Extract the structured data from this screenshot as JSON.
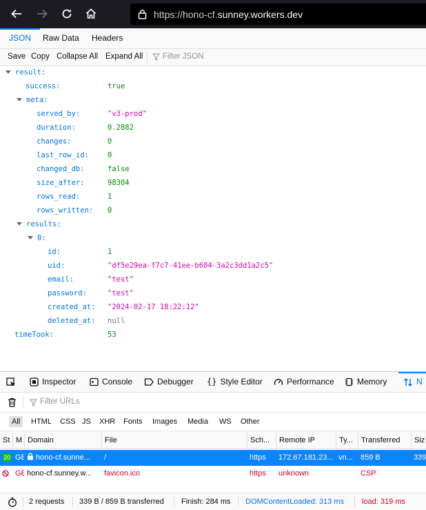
{
  "browser": {
    "url_prefix": "https://hono-cf.",
    "url_domain": "sunney.workers.dev"
  },
  "json_viewer": {
    "tabs": [
      "JSON",
      "Raw Data",
      "Headers"
    ],
    "toolbar": {
      "save": "Save",
      "copy": "Copy",
      "collapse_all": "Collapse All",
      "expand_all": "Expand All",
      "filter_placeholder": "Filter JSON"
    },
    "tree": {
      "result_key": "result:",
      "success_key": "success:",
      "success_val": "true",
      "meta_key": "meta:",
      "served_by_key": "served_by:",
      "served_by_val": "\"v3-prod\"",
      "duration_key": "duration:",
      "duration_val": "0.2882",
      "changes_key": "changes:",
      "changes_val": "0",
      "last_row_id_key": "last_row_id:",
      "last_row_id_val": "0",
      "changed_db_key": "changed_db:",
      "changed_db_val": "false",
      "size_after_key": "size_after:",
      "size_after_val": "98304",
      "rows_read_key": "rows_read:",
      "rows_read_val": "1",
      "rows_written_key": "rows_written:",
      "rows_written_val": "0",
      "results_key": "results:",
      "zero_key": "0:",
      "id_key": "id:",
      "id_val": "1",
      "uid_key": "uid:",
      "uid_val": "\"df5e29ea-f7c7-41ee-b604-3a2c3dd1a2c5\"",
      "email_key": "email:",
      "email_val": "\"test\"",
      "password_key": "password:",
      "password_val": "\"test\"",
      "created_at_key": "created_at:",
      "created_at_val": "\"2024-02-17 18:22:12\"",
      "deleted_at_key": "deleted_at:",
      "deleted_at_val": "null",
      "timetook_key": "timeTook:",
      "timetook_val": "53"
    }
  },
  "devtools": {
    "tabs": {
      "inspector": "Inspector",
      "console": "Console",
      "debugger": "Debugger",
      "style_editor": "Style Editor",
      "performance": "Performance",
      "memory": "Memory",
      "network": "N"
    },
    "filter_placeholder": "Filter URLs",
    "types": [
      "All",
      "HTML",
      "CSS",
      "JS",
      "XHR",
      "Fonts",
      "Images",
      "Media",
      "WS",
      "Other"
    ],
    "columns": {
      "status": "St",
      "method": "M",
      "domain": "Domain",
      "file": "File",
      "scheme": "Sch...",
      "remote_ip": "Remote IP",
      "type": "Ty...",
      "transferred": "Transferred",
      "size": "Siz"
    },
    "rows": [
      {
        "status": "20",
        "method": "GE",
        "domain": "hono-cf.sunne...",
        "file": "/",
        "scheme": "https",
        "remote_ip": "172.67.181.23...",
        "type": "vn...",
        "transferred": "859 B",
        "size": "339"
      },
      {
        "status": "",
        "method": "GE",
        "domain": "hono-cf.sunney.w...",
        "file": "favicon.ico",
        "scheme": "https",
        "remote_ip": "unknown",
        "type": "",
        "transferred": "CSP",
        "size": ""
      }
    ],
    "statusbar": {
      "requests": "2 requests",
      "transferred": "339 B / 859 B transferred",
      "finish": "Finish: 284 ms",
      "dom_content_loaded": "DOMContentLoaded: 313 ms",
      "load": "load: 319 ms"
    }
  },
  "colors": {
    "accent": "#0a84ff",
    "key": "#0074e8",
    "string": "#dd00a9",
    "number": "#058b00",
    "error": "#d70022",
    "status_ok": "#12bc00"
  }
}
